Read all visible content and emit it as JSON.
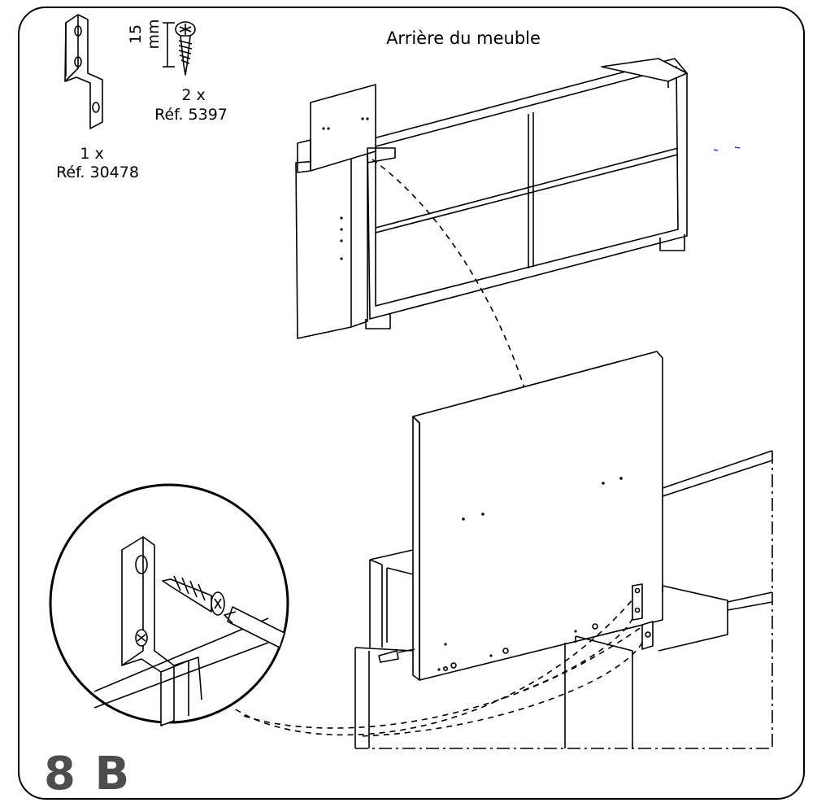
{
  "title": "Arrière du meuble",
  "parts": [
    {
      "count": "1 x",
      "ref": "Réf. 30478"
    },
    {
      "count": "2 x",
      "ref": "Réf. 5397",
      "dimension": "15 mm"
    }
  ],
  "step_label": "8 B",
  "colors": {
    "line": "#000000",
    "step_label": "#4d4d4d"
  },
  "icons": [
    "bracket-icon",
    "screw-icon",
    "screwdriver-icon"
  ]
}
